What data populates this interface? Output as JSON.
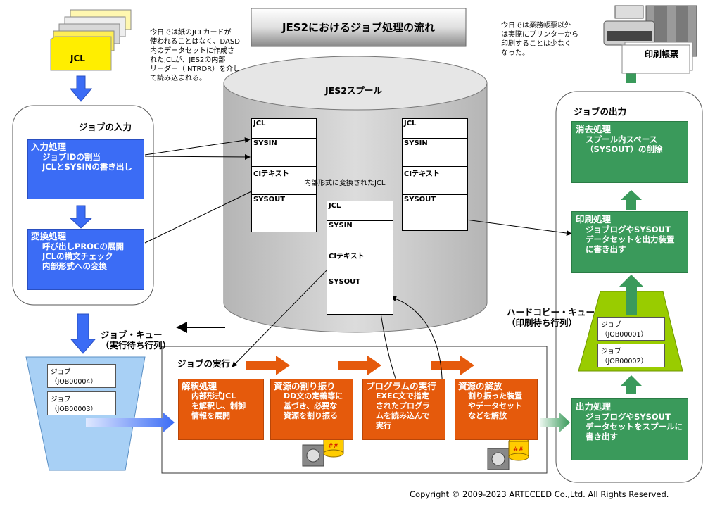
{
  "title": "JES2におけるジョブ処理の流れ",
  "notes": {
    "jcl_card": [
      "今日では紙のJCLカードが",
      "使われることはなく、DASD",
      "内のデータセットに作成さ",
      "れたJCLが、JES2の内部",
      "リーダー（INTRDR）を介し",
      "て読み込まれる。"
    ],
    "printer": [
      "今日では業務帳票以外",
      "は実際にプリンターから",
      "印刷することは少なく",
      "なった。"
    ]
  },
  "jcl_label": "JCL",
  "print_label": "印刷帳票",
  "spool": {
    "title": "JES2スプール",
    "converted_label": "内部形式に変換されたJCL",
    "row_labels": [
      "JCL",
      "SYSIN",
      "CIテキスト",
      "SYSOUT"
    ]
  },
  "job_input": {
    "title": "ジョブの入力",
    "input": {
      "heading": "入力処理",
      "lines": [
        "ジョブIDの割当",
        "JCLとSYSINの書き出し"
      ]
    },
    "convert": {
      "heading": "変換処理",
      "lines": [
        "呼び出しPROCの展開",
        "JCLの構文チェック",
        "内部形式への変換"
      ]
    }
  },
  "job_queue": {
    "title_lines": [
      "ジョブ・キュー",
      "（実行待ち行列）"
    ],
    "jobs": [
      "ジョブ（JOB00004）",
      "ジョブ（JOB00003）"
    ]
  },
  "job_exec": {
    "title": "ジョブの実行",
    "steps": [
      {
        "heading": "解釈処理",
        "lines": [
          "内部形式JCL",
          "を解釈し、制御",
          "情報を展開"
        ]
      },
      {
        "heading": "資源の割り振り",
        "lines": [
          "DD文の定義等に",
          "基づき、必要な",
          "資源を割り振る"
        ]
      },
      {
        "heading": "プログラムの実行",
        "lines": [
          "EXEC文で指定",
          "されたプログラ",
          "ムを読み込んで",
          "実行"
        ]
      },
      {
        "heading": "資源の解放",
        "lines": [
          "割り振った装置",
          "やデータセット",
          "などを解放"
        ]
      }
    ]
  },
  "job_output": {
    "title": "ジョブの出力",
    "delete": {
      "heading": "消去処理",
      "lines": [
        "スプール内スペース",
        "（SYSOUT）の削除"
      ]
    },
    "print": {
      "heading": "印刷処理",
      "lines": [
        "ジョブログやSYSOUT",
        "データセットを出力装置",
        "に書き出す"
      ]
    },
    "output": {
      "heading": "出力処理",
      "lines": [
        "ジョブログやSYSOUT",
        "データセットをスプールに",
        "書き出す"
      ]
    }
  },
  "hardcopy_queue": {
    "title_lines": [
      "ハードコピー・キュー",
      "（印刷待ち行列）"
    ],
    "jobs": [
      "ジョブ（JOB00001）",
      "ジョブ（JOB00002）"
    ]
  },
  "copyright": "Copyright © 2009-2023 ARTECEED Co.,Ltd. All Rights Reserved.",
  "colors": {
    "blue": "#3b6cf5",
    "green": "#3a9a5b",
    "orange": "#e55a0c",
    "lime": "#99cc00",
    "sky": "#a8d0f5"
  }
}
